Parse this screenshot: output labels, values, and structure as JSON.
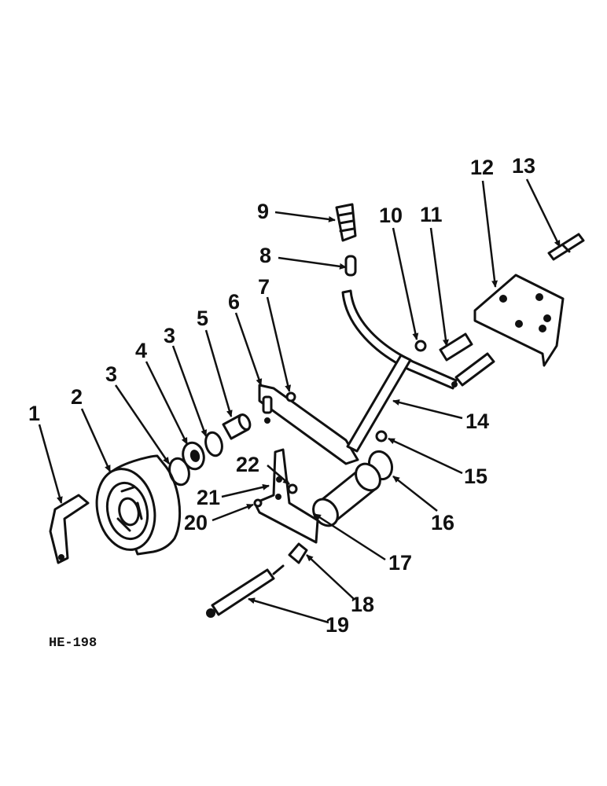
{
  "drawing_code": "HE-198",
  "callouts": [
    "1",
    "2",
    "3",
    "4",
    "3",
    "5",
    "6",
    "7",
    "8",
    "9",
    "10",
    "11",
    "12",
    "13",
    "14",
    "15",
    "16",
    "17",
    "18",
    "19",
    "20",
    "21",
    "22"
  ]
}
